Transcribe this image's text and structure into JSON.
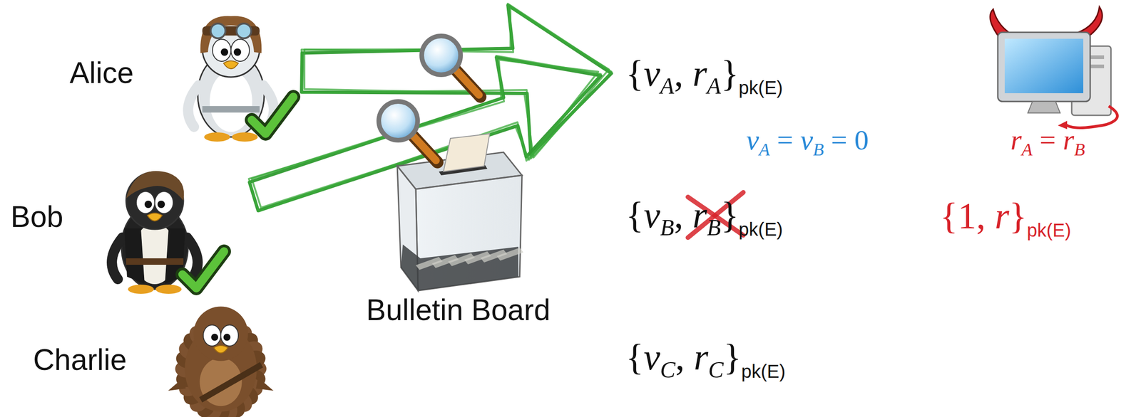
{
  "diagram": {
    "labels": [
      "Alice",
      "Bob",
      "Charlie",
      "Bulletin Board",
      "{vA, rA}pk(E)",
      "vA = vB = 0",
      "rA = rB",
      "{vB, rB}pk(E)",
      "{1, r}pk(E)",
      "{vC, rC}pk(E)"
    ]
  }
}
